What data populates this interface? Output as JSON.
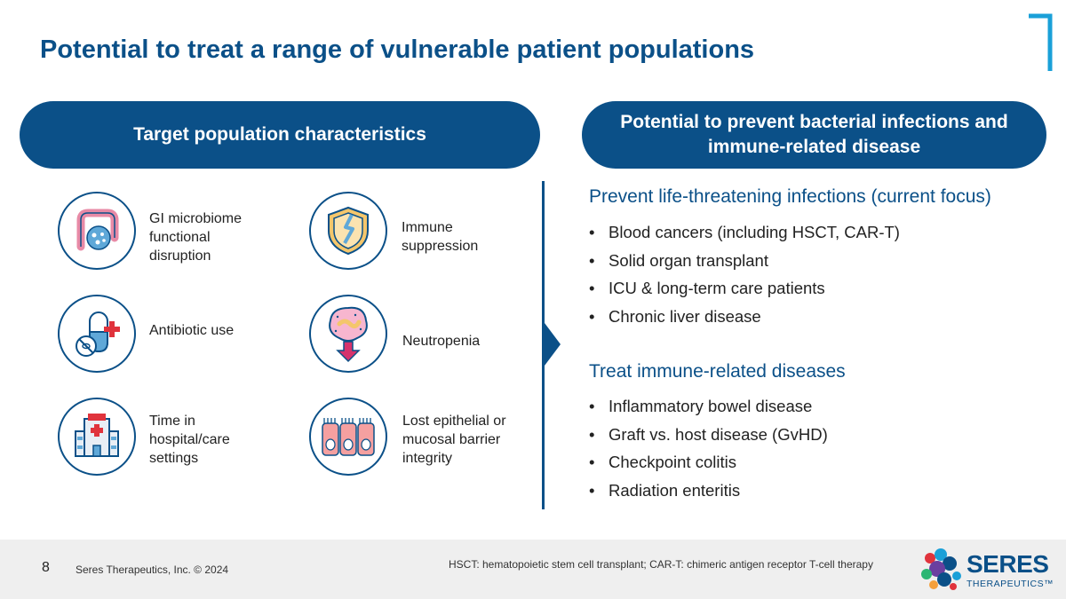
{
  "slide": {
    "title": "Potential to treat a range of vulnerable patient populations",
    "accent_color": "#0b5088"
  },
  "left": {
    "header": "Target population characteristics",
    "items": [
      {
        "label": "GI microbiome functional disruption",
        "icon": "intestine-microbe-icon"
      },
      {
        "label": "Immune suppression",
        "icon": "broken-shield-icon"
      },
      {
        "label": "Antibiotic use",
        "icon": "pill-no-bacteria-icon"
      },
      {
        "label": "Neutropenia",
        "icon": "neutrophil-down-arrow-icon"
      },
      {
        "label": "Time in hospital/care settings",
        "icon": "hospital-icon"
      },
      {
        "label": "Lost epithelial or mucosal barrier integrity",
        "icon": "epithelial-cells-icon"
      }
    ]
  },
  "right": {
    "header": "Potential to prevent bacterial infections and immune-related disease",
    "sections": [
      {
        "heading": "Prevent life-threatening infections (current focus)",
        "bullets": [
          "Blood cancers (including HSCT, CAR-T)",
          "Solid organ transplant",
          "ICU & long-term care patients",
          "Chronic liver disease"
        ]
      },
      {
        "heading": "Treat immune-related diseases",
        "bullets": [
          "Inflammatory bowel disease",
          "Graft vs. host disease (GvHD)",
          "Checkpoint colitis",
          "Radiation enteritis"
        ]
      }
    ]
  },
  "footer": {
    "page_number": "8",
    "copyright": "Seres Therapeutics, Inc. © 2024",
    "footnote": "HSCT:  hematopoietic stem cell transplant; CAR-T:  chimeric antigen receptor T-cell therapy",
    "logo_name": "SERES",
    "logo_sub": "THERAPEUTICS™"
  }
}
